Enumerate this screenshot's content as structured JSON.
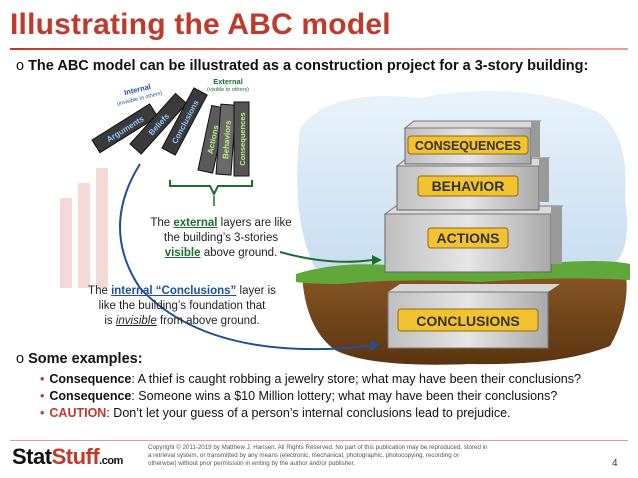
{
  "title": "Illustrating the ABC model",
  "intro": "The ABC model can be illustrated as a construction project for a 3-story building:",
  "bullet_marker": "o",
  "dominoes": {
    "internal_label": "Internal",
    "internal_sub": "(invisible to others)",
    "external_label": "External",
    "external_sub": "(visible to others)",
    "tiles": [
      "Arguments",
      "Beliefs",
      "Conclusions",
      "Actions",
      "Behaviors",
      "Consequences"
    ]
  },
  "building": {
    "floors": [
      "CONSEQUENCES",
      "BEHAVIOR",
      "ACTIONS"
    ],
    "foundation": "CONCLUSIONS"
  },
  "annotation_external": {
    "pre": "The ",
    "key": "external",
    "post": " layers are like",
    "line2": "the building’s 3-stories",
    "key2": "visible",
    "post2": " above ground."
  },
  "annotation_internal": {
    "pre": "The ",
    "key": "internal “Conclusions”",
    "post": " layer is",
    "line2": "like the building’s foundation that",
    "pre3": "is ",
    "key3": "invisible",
    "post3": " from above ground."
  },
  "examples_heading": "Some examples:",
  "examples": [
    {
      "label": "Consequence",
      "text": ": A thief is caught robbing a jewelry store; what may have been their conclusions?"
    },
    {
      "label": "Consequence",
      "text": ": Someone wins a $10 Million lottery; what may have been their conclusions?"
    },
    {
      "label": "CAUTION",
      "text": ": Don’t let your guess of a person’s internal conclusions lead to prejudice."
    }
  ],
  "footer": {
    "logo_stat": "Stat",
    "logo_stuff": "Stuff",
    "logo_com": ".com",
    "copyright": "Copyright © 2011-2019 by Matthew J. Hansen. All Rights Reserved. No part of this publication may be reproduced, stored in a retrieval system, or transmitted by any means (electronic, mechanical, photographic, photocopying, recording or otherwise) without prior permission in writing by the author and/or publisher.",
    "page": "4"
  },
  "colors": {
    "accent_red": "#c0392b",
    "green_text": "#1b6e2e",
    "blue_text": "#1f4f9a",
    "grass": "#5fa839",
    "soil": "#7a4a1e",
    "sky": "#dbeaf6",
    "label_gold": "#f2c230"
  }
}
